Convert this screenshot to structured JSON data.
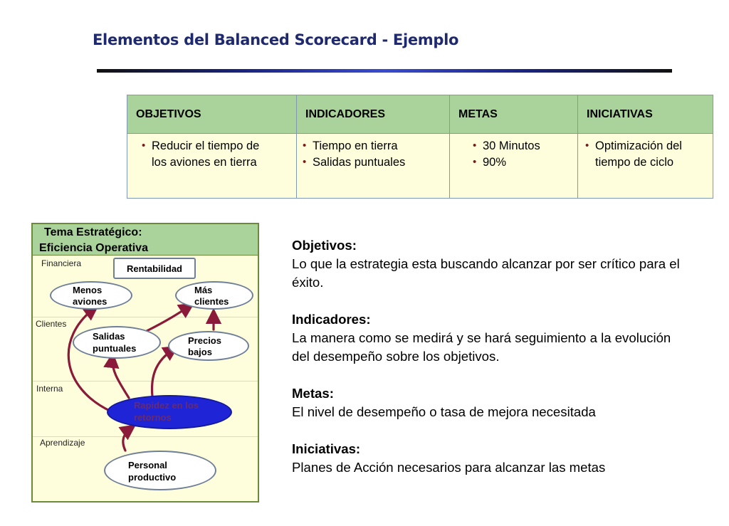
{
  "title": "Elementos del Balanced Scorecard - Ejemplo",
  "table": {
    "columns": [
      {
        "header": "OBJETIVOS",
        "items": [
          "Reducir el tiempo de los aviones en tierra"
        ]
      },
      {
        "header": "INDICADORES",
        "items": [
          "Tiempo en tierra",
          "Salidas puntuales"
        ]
      },
      {
        "header": "METAS",
        "items": [
          "30 Minutos",
          "90%"
        ]
      },
      {
        "header": "INICIATIVAS",
        "items": [
          "Optimización del tiempo de ciclo"
        ]
      }
    ]
  },
  "map": {
    "theme_label": "Tema Estratégico:",
    "theme_name": "Eficiencia Operativa",
    "perspectives": [
      "Financiera",
      "Clientes",
      "Interna",
      "Aprendizaje"
    ],
    "nodes": {
      "rentabilidad": "Rentabilidad",
      "menos_aviones": [
        "Menos",
        "aviones"
      ],
      "mas_clientes": [
        "Más",
        "clientes"
      ],
      "salidas_puntuales": [
        "Salidas",
        "puntuales"
      ],
      "precios_bajos": [
        "Precios",
        "bajos"
      ],
      "rapidez": [
        "Rapidez en los",
        "retornos"
      ],
      "personal": [
        "Personal",
        "productivo"
      ]
    },
    "colors": {
      "arrow": "#8b1a3a",
      "focus_node": "#1f24d6",
      "panel": "#fefedc",
      "header": "#a9d39a"
    }
  },
  "explanations": [
    {
      "label": "Objetivos:",
      "text": "Lo que la estrategia esta buscando alcanzar por ser crítico para el éxito."
    },
    {
      "label": "Indicadores:",
      "text": "La manera como se medirá y se hará seguimiento a la evolución del desempeño sobre los objetivos."
    },
    {
      "label": "Metas:",
      "text": "El nivel de  desempeño o tasa de mejora necesitada"
    },
    {
      "label": "Iniciativas:",
      "text": "Planes de Acción necesarios para alcanzar las metas"
    }
  ]
}
